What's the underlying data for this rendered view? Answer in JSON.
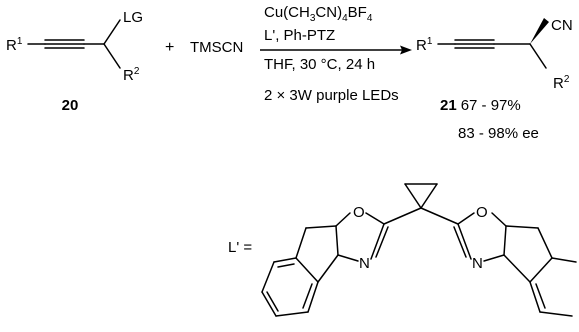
{
  "reaction": {
    "reactant": {
      "r1": "R",
      "r1_sup": "1",
      "leaving_group": "LG",
      "r2": "R",
      "r2_sup": "2",
      "compound_number": "20"
    },
    "plus_sign": "+",
    "reagent": "TMSCN",
    "conditions": {
      "catalyst_main": "Cu(CH",
      "catalyst_sub1": "3",
      "catalyst_mid": "CN)",
      "catalyst_sub2": "4",
      "catalyst_end": "BF",
      "catalyst_sub3": "4",
      "ligand_line": "L', Ph-PTZ",
      "solvent_line": "THF, 30 °C, 24 h",
      "light_line": "2 × 3W purple LEDs"
    },
    "product": {
      "r1": "R",
      "r1_sup": "1",
      "cn": "CN",
      "r2": "R",
      "r2_sup": "2",
      "compound_number": "21",
      "yield": "67 - 97%",
      "ee": "83 - 98% ee"
    }
  },
  "ligand": {
    "label": "L' =",
    "left_o": "O",
    "left_n": "N",
    "right_o": "O",
    "right_n": "N"
  }
}
